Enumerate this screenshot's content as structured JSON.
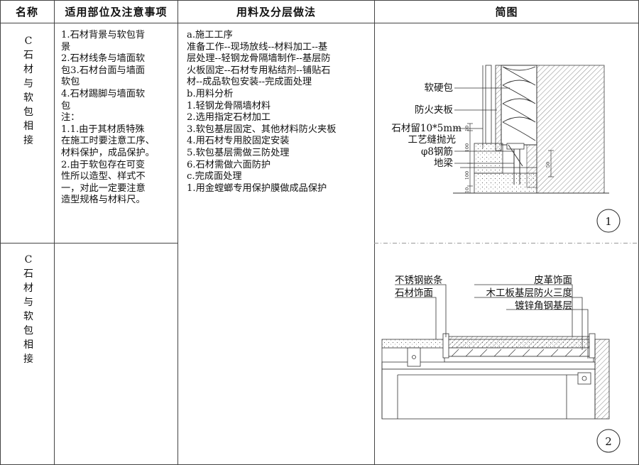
{
  "table": {
    "headers": {
      "name": "名称",
      "scope": "适用部位及注意事项",
      "method": "用料及分层做法",
      "diagram": "简图"
    },
    "rows": [
      {
        "name_chars": [
          "C",
          "石",
          "材",
          "与",
          "软",
          "包",
          "相",
          "接"
        ],
        "scope_lines": [
          "1.石材背景与软包背",
          "景",
          "2.石材线条与墙面软",
          "包3.石材台面与墙面",
          "软包",
          "4.石材踢脚与墙面软",
          "包",
          "注：",
          "1.1.由于其材质特殊",
          "在施工时要注意工序、",
          "材料保护，成品保护。",
          "2.由于软包存在可变",
          "性所以造型、样式不",
          "一，对此一定要注意",
          "造型规格与材料尺。"
        ],
        "method_lines": [
          "a.施工工序",
          "准备工作--现场放线--材料加工--基",
          "层处理--轻钢龙骨隔墙制作--基层防",
          "火板固定--石材专用粘结剂--铺贴石",
          "材--成品软包安装--完成面处理",
          "b.用料分析",
          "1.轻钢龙骨隔墙材料",
          "2.选用指定石材加工",
          "3.软包基层固定、其他材料防火夹板",
          "4.用石材专用胶固定安装",
          "5.软包基层需做三防处理",
          "6.石材需做六面防护",
          "c.完成面处理",
          "1.用金螳螂专用保护膜做成品保护"
        ],
        "diagram": {
          "number": "1",
          "labels": [
            "软硬包",
            "防火夹板",
            "石材留10*5mm",
            "工艺缝抛光",
            "φ8钢筋",
            "地梁"
          ],
          "dims": [
            "10",
            "100",
            "100",
            "10",
            "50"
          ]
        }
      },
      {
        "name_chars": [
          "C",
          "石",
          "材",
          "与",
          "软",
          "包",
          "相",
          "接"
        ],
        "diagram": {
          "number": "2",
          "labels": [
            "不锈钢嵌条",
            "石材饰面",
            "皮革饰面",
            "木工板基层防火三度",
            "镀锌角钢基层"
          ]
        }
      }
    ]
  }
}
